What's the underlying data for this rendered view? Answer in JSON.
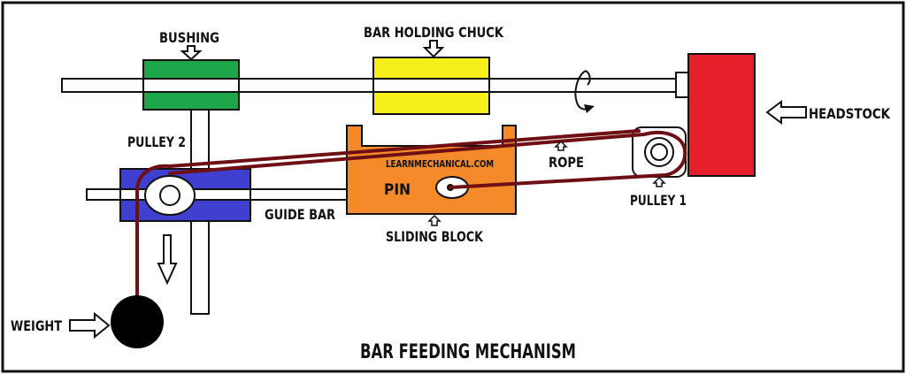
{
  "title": "BAR FEEDING MECHANISM",
  "watermark": "LEARNMECHANICAL.COM",
  "labels": {
    "bushing": "BUSHING",
    "bar_holding_chuck": "BAR HOLDING CHUCK",
    "headstock": "HEADSTOCK",
    "pulley_2": "PULLEY 2",
    "rope": "ROPE",
    "pin": "PIN",
    "guide_bar": "GUIDE BAR",
    "pulley_1": "PULLEY 1",
    "sliding_block": "SLIDING BLOCK",
    "weight": "WEIGHT"
  },
  "colors": {
    "bushing": "#1fa64a",
    "chuck": "#f5ef1a",
    "headstock": "#e5202a",
    "carriage": "#3f3fd0",
    "sliding_block": "#f58a2a",
    "rope": "#6e0f14",
    "weight": "#000000",
    "outline": "#111111"
  }
}
